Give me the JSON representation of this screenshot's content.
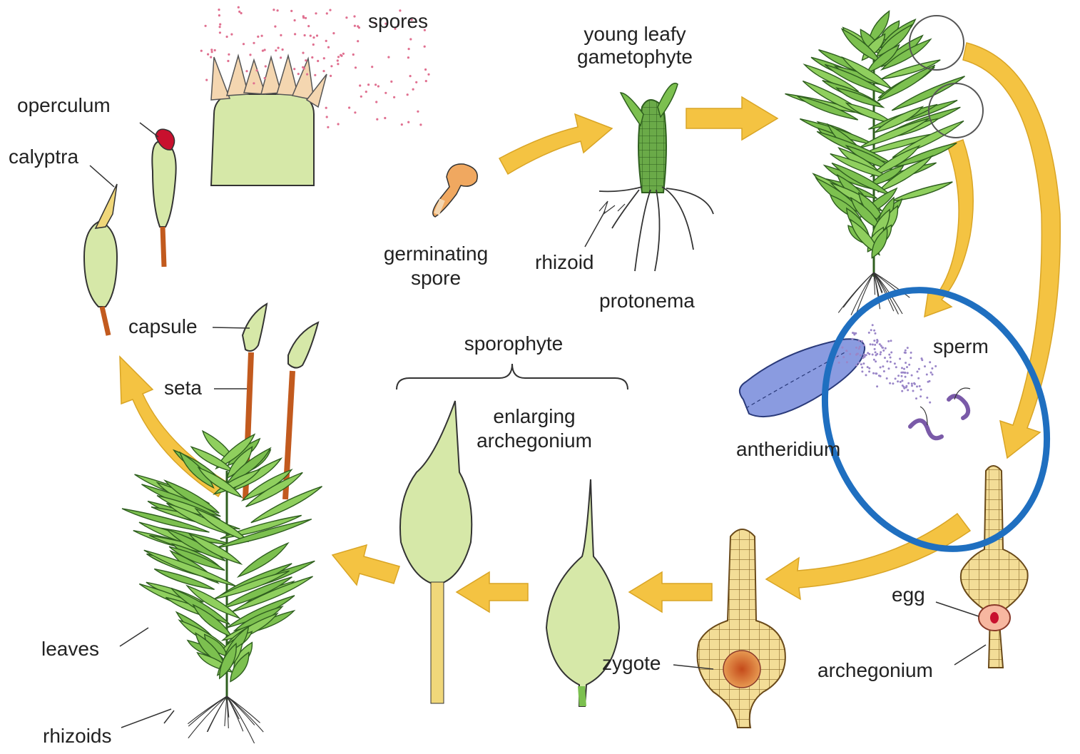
{
  "labels": {
    "spores": "spores",
    "young_leafy_1": "young leafy",
    "young_leafy_2": "gametophyte",
    "operculum": "operculum",
    "calyptra": "calyptra",
    "germinating_1": "germinating",
    "germinating_2": "spore",
    "rhizoid": "rhizoid",
    "protonema": "protonema",
    "capsule": "capsule",
    "seta": "seta",
    "sporophyte": "sporophyte",
    "enlarging_1": "enlarging",
    "enlarging_2": "archegonium",
    "sperm": "sperm",
    "antheridium": "antheridium",
    "egg": "egg",
    "archegonium": "archegonium",
    "zygote": "zygote",
    "leaves": "leaves",
    "rhizoids": "rhizoids"
  },
  "colors": {
    "arrow": "#f4c342",
    "leaf": "#7cc04f",
    "leaf_dark": "#3f7f2a",
    "capsule": "#d6e8a8",
    "seta": "#c25a1e",
    "operculum": "#c8102e",
    "spore_dots": "#e07090",
    "sperm_dots": "#9a86c8",
    "antheridium": "#8a9be0",
    "archegonium": "#f3dd97",
    "zygote": "#d65a2a",
    "highlight_ring": "#1f6fc0"
  }
}
